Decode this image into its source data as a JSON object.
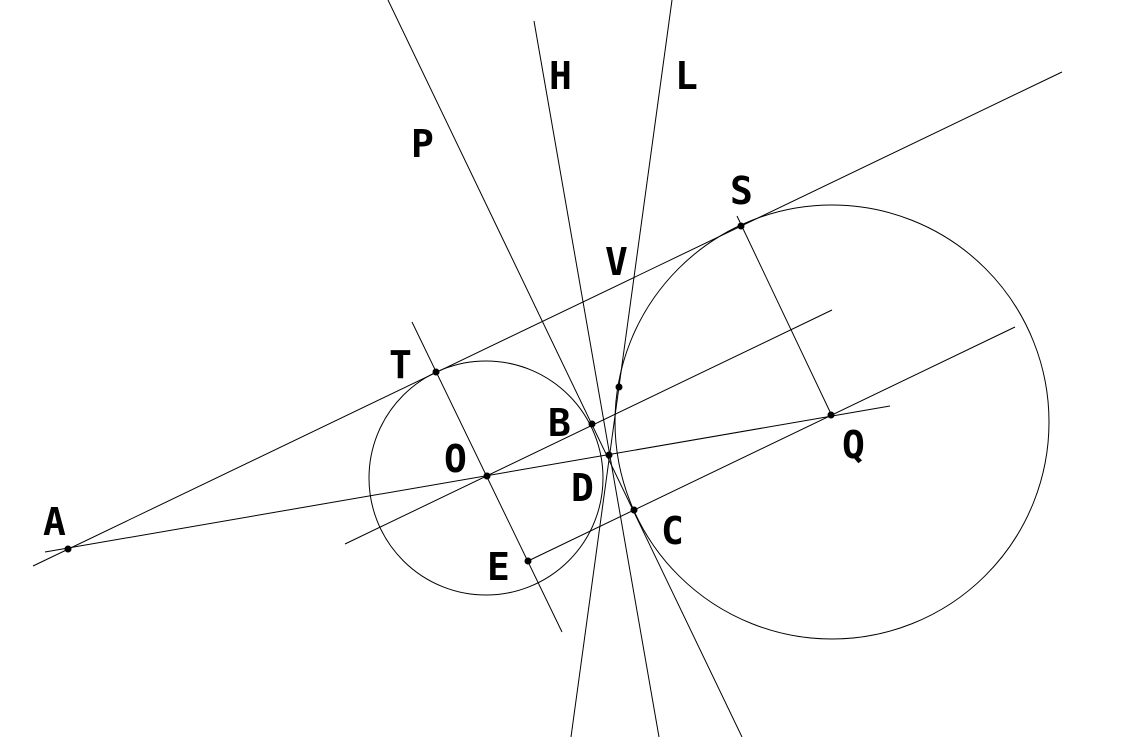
{
  "labels": {
    "A": "A",
    "B": "B",
    "C": "C",
    "D": "D",
    "E": "E",
    "H": "H",
    "L": "L",
    "O": "O",
    "P": "P",
    "Q": "Q",
    "S": "S",
    "T": "T",
    "V": "V"
  },
  "colors": {
    "ink": "#000000",
    "background": "#ffffff"
  }
}
